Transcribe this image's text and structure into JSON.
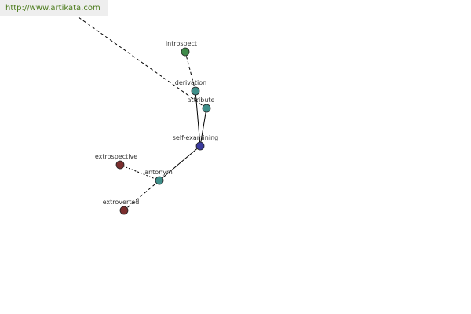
{
  "header": {
    "url_text": "http://www.artikata.com",
    "url_color": "#4a7a1a"
  },
  "graph": {
    "nodes": [
      {
        "id": "self-examining",
        "label": "self-examining",
        "color": "#3b3b9e"
      },
      {
        "id": "introspect",
        "label": "introspect",
        "color": "#3f8a4a"
      },
      {
        "id": "derivation",
        "label": "derivation",
        "color": "#3f8f8a"
      },
      {
        "id": "attribute",
        "label": "attribute",
        "color": "#3f8f8a"
      },
      {
        "id": "antonym",
        "label": "antonym",
        "color": "#3f8f8a"
      },
      {
        "id": "extrospective",
        "label": "extrospective",
        "color": "#7a2e2e"
      },
      {
        "id": "extroverted",
        "label": "extroverted",
        "color": "#7a2e2e"
      }
    ],
    "edges": [
      {
        "from": "self-examining",
        "to": "derivation",
        "style": "solid"
      },
      {
        "from": "self-examining",
        "to": "attribute",
        "style": "solid"
      },
      {
        "from": "self-examining",
        "to": "antonym",
        "style": "solid"
      },
      {
        "from": "derivation",
        "to": "introspect",
        "style": "dashed"
      },
      {
        "from": "attribute",
        "to": "offpage",
        "style": "dashed"
      },
      {
        "from": "antonym",
        "to": "extrospective",
        "style": "dotted"
      },
      {
        "from": "antonym",
        "to": "extroverted",
        "style": "dashed"
      }
    ]
  }
}
